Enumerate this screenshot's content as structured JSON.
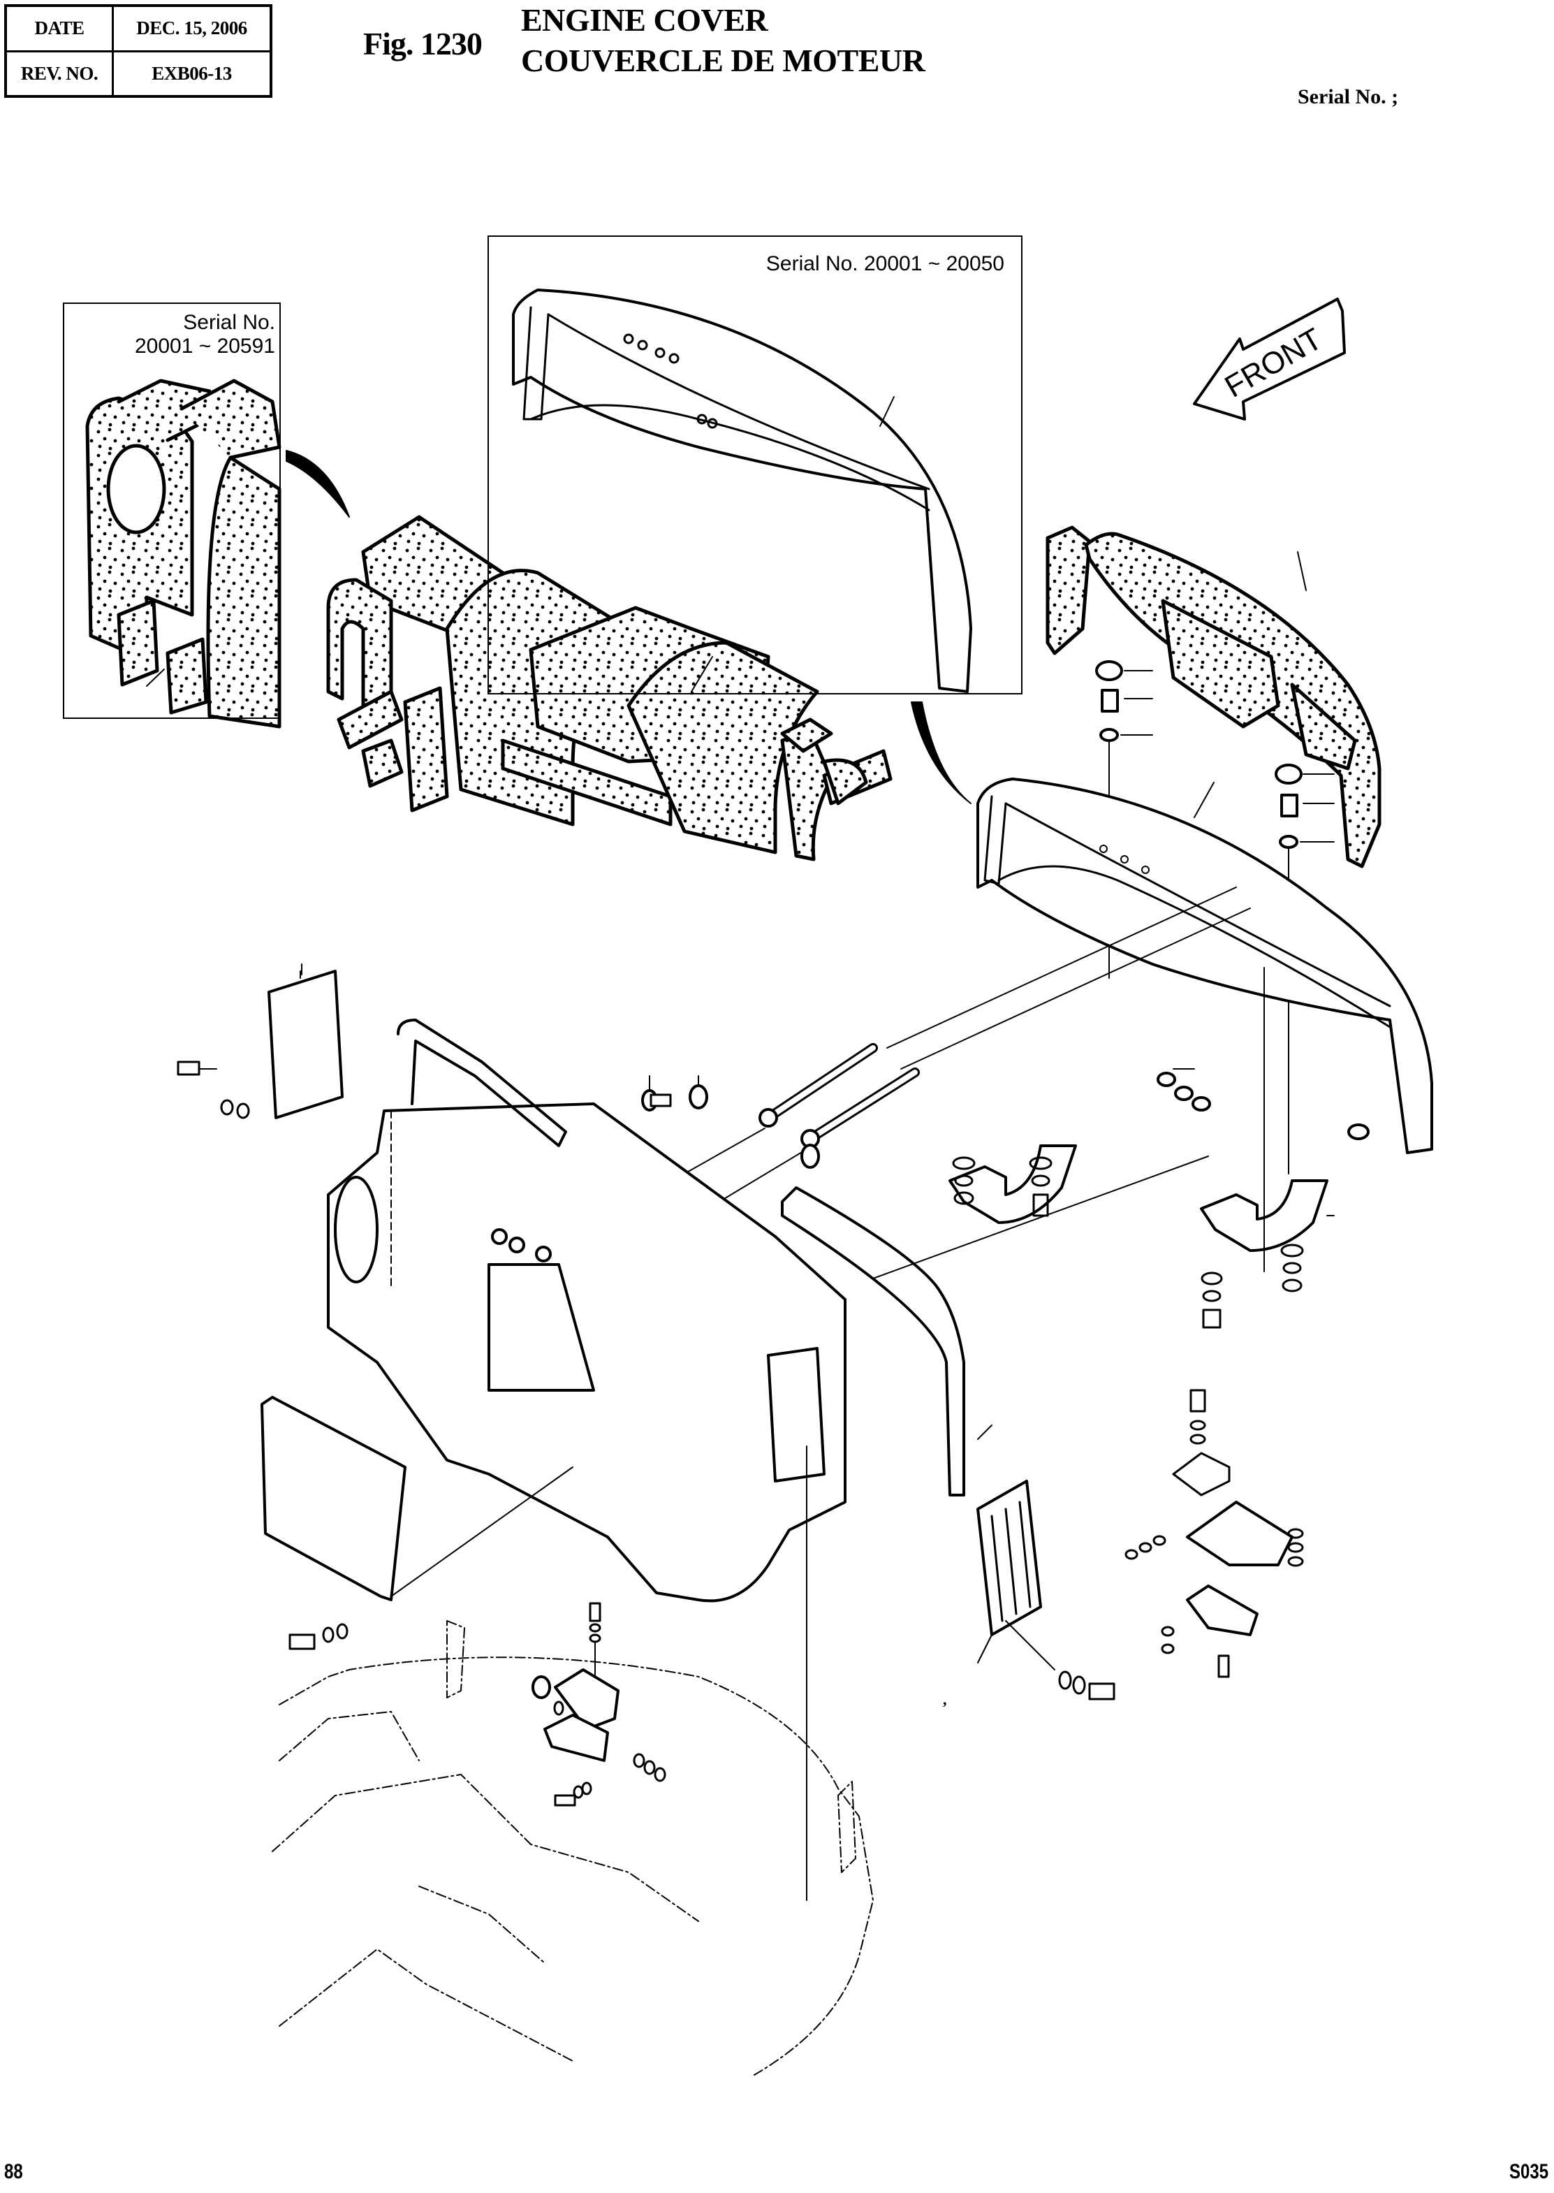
{
  "header": {
    "date_label": "DATE",
    "date_value": "DEC. 15, 2006",
    "rev_label": "REV. NO.",
    "rev_value": "EXB06-13",
    "figure_number": "Fig. 1230",
    "title_en": "ENGINE COVER",
    "title_fr": "COUVERCLE DE MOTEUR",
    "serial_label": "Serial No. ;"
  },
  "insets": {
    "left_serial": [
      "Serial No.",
      "20001 ~ 20591"
    ],
    "top_serial": "Serial No. 20001 ~ 20050"
  },
  "direction_indicator": {
    "label": "FRONT",
    "icon": "arrow-left-icon"
  },
  "footer": {
    "page_number": "88",
    "model_code": "S035"
  },
  "stray_mark": ","
}
